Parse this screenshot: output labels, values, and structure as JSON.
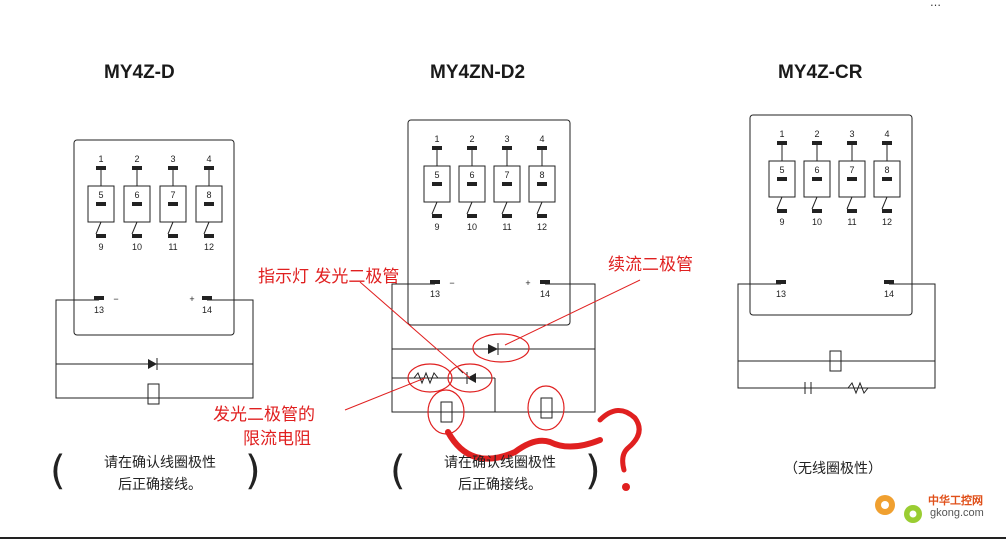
{
  "header_fragment": "…",
  "diagrams": [
    {
      "title": "MY4Z-D",
      "top_pins": [
        "1",
        "2",
        "3",
        "4"
      ],
      "mid_pins": [
        "5",
        "6",
        "7",
        "8"
      ],
      "bottom_pins": [
        "9",
        "10",
        "11",
        "12"
      ],
      "coil_pins": [
        "13",
        "14"
      ],
      "coil_minus": "−",
      "coil_plus": "+",
      "note_lines": [
        "请在确认线圈极性",
        "后正确接线。"
      ],
      "paren_open": "(",
      "paren_close": ")"
    },
    {
      "title": "MY4ZN-D2",
      "top_pins": [
        "1",
        "2",
        "3",
        "4"
      ],
      "mid_pins": [
        "5",
        "6",
        "7",
        "8"
      ],
      "bottom_pins": [
        "9",
        "10",
        "11",
        "12"
      ],
      "coil_pins": [
        "13",
        "14"
      ],
      "coil_minus": "−",
      "coil_plus": "+",
      "note_lines": [
        "请在确认线圈极性",
        "后正确接线。"
      ],
      "paren_open": "(",
      "paren_close": ")"
    },
    {
      "title": "MY4Z-CR",
      "top_pins": [
        "1",
        "2",
        "3",
        "4"
      ],
      "mid_pins": [
        "5",
        "6",
        "7",
        "8"
      ],
      "bottom_pins": [
        "9",
        "10",
        "11",
        "12"
      ],
      "coil_pins": [
        "13",
        "14"
      ],
      "note_lines": [
        "（无线圈极性）"
      ]
    }
  ],
  "annotations": {
    "indicator_led": "指示灯 发光二极管",
    "freewheel_diode": "续流二极管",
    "led_resistor_line1": "发光二极管的",
    "led_resistor_line2": "限流电阻",
    "question_mark": "?"
  },
  "colors": {
    "annotation": "#e02020",
    "ink": "#222222"
  },
  "logo": {
    "name": "中华工控网",
    "domain": "gkong.com"
  }
}
